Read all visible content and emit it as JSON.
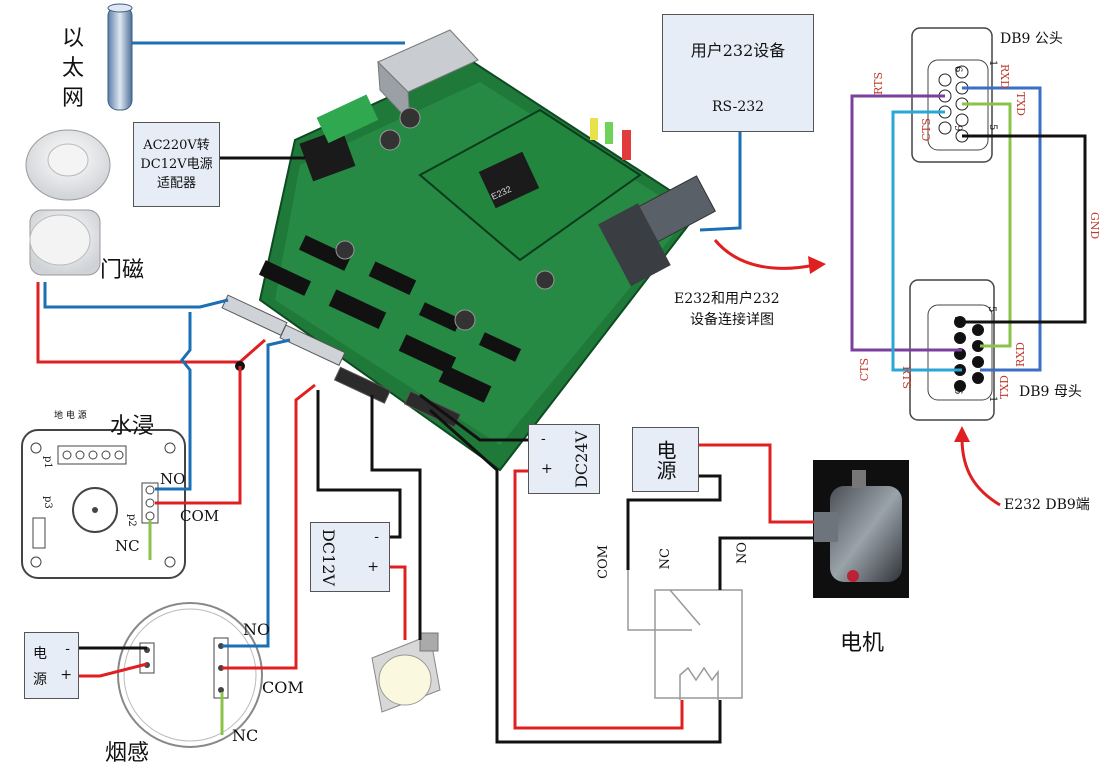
{
  "ethernet": {
    "label_1": "以",
    "label_2": "太",
    "label_3": "网"
  },
  "adapter_box": {
    "line1": "AC220V转",
    "line2": "DC12V电源",
    "line3": "适配器"
  },
  "door_magnet": {
    "label": "门磁"
  },
  "water_sensor": {
    "label": "水浸",
    "p1": "p1",
    "p2": "p2",
    "p3": "p3",
    "pins": "地 电 源",
    "no": "NO",
    "com": "COM",
    "nc": "NC"
  },
  "smoke_sensor": {
    "label": "烟感",
    "no": "NO",
    "com": "COM",
    "nc": "NC",
    "power_box_1": "电",
    "power_box_2": "源",
    "minus": "-",
    "plus": "+"
  },
  "user_device": {
    "title": "用户232设备",
    "port": "RS-232"
  },
  "connection_caption": {
    "line1": "E232和用户232",
    "line2": "设备连接详图"
  },
  "db9_male": {
    "label": "DB9  公头",
    "pin1": "1",
    "pin5": "5",
    "pin6": "6",
    "pin9": "9",
    "rts": "RTS",
    "cts": "CTS",
    "rxd": "RXD",
    "txd": "TXD",
    "gnd": "GND"
  },
  "db9_female": {
    "label": "DB9  母头",
    "pin1": "1",
    "pin5": "5",
    "pin6": "6",
    "pin9": "9",
    "rts": "RTS",
    "cts": "CTS",
    "rxd": "RXD",
    "txd": "TXD"
  },
  "e232_db9": {
    "label": "E232  DB9端"
  },
  "dc24v_box": {
    "label": "DC24V",
    "minus": "-",
    "plus": "+"
  },
  "dc12v_box": {
    "label": "DC12V",
    "minus": "-",
    "plus": "+"
  },
  "power_box": {
    "label": "电源"
  },
  "relay": {
    "com": "COM",
    "nc": "NC",
    "no": "NO"
  },
  "motor": {
    "label": "电机"
  },
  "board_chip_label": "E232",
  "colors": {
    "blue_wire": "#1a6fb5",
    "red_wire": "#e02020",
    "black_wire": "#111111",
    "green_wire": "#8bc34a",
    "purple_wire": "#7b3fa0",
    "cyan_wire": "#29a8d6",
    "pcb_green": "#1f7a3a"
  }
}
